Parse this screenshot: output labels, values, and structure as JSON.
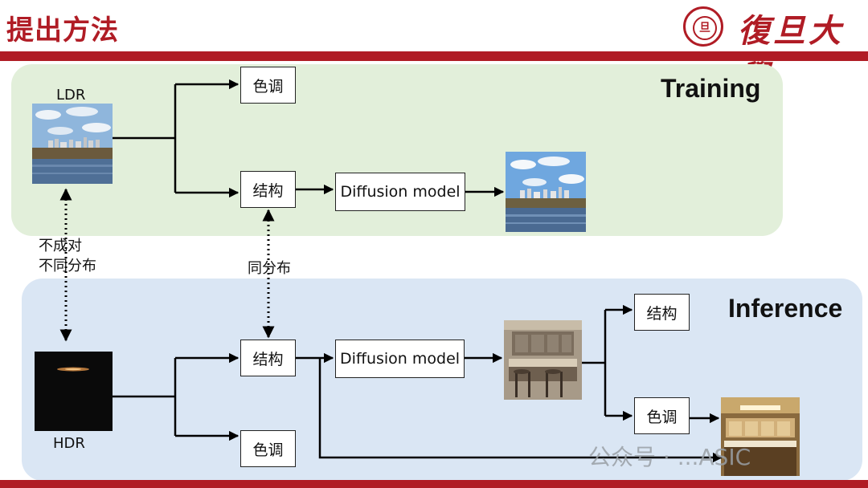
{
  "header": {
    "title": "提出方法",
    "university_logo_text": "復旦大學",
    "seal_char": "旦"
  },
  "training": {
    "section_title": "Training",
    "input_label": "LDR",
    "tone_box": "色调",
    "structure_box": "结构",
    "model_box": "Diffusion model"
  },
  "links": {
    "left_label_line1": "不成对",
    "left_label_line2": "不同分布",
    "middle_label": "同分布"
  },
  "inference": {
    "section_title": "Inference",
    "input_label": "HDR",
    "structure_box": "结构",
    "tone_box": "色调",
    "model_box": "Diffusion model",
    "output_structure_box": "结构",
    "output_tone_box": "色调"
  },
  "watermark": "公众号 · ...ASIC"
}
